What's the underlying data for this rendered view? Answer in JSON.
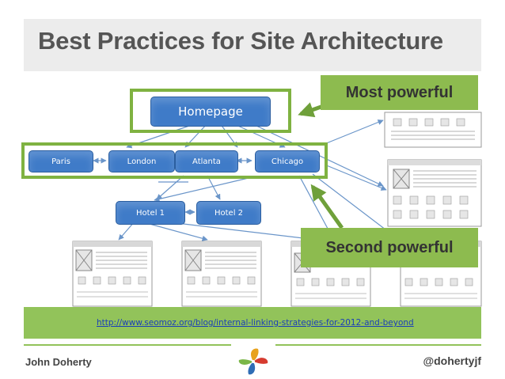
{
  "slide": {
    "title": "Best Practices for Site Architecture",
    "url": "http://www.seomoz.org/blog/internal-linking-strategies-for-2012-and-beyond",
    "author": "John Doherty",
    "handle": "@dohertyjf"
  },
  "diagram": {
    "nodes": {
      "homepage": "Homepage",
      "paris": "Paris",
      "london": "London",
      "atlanta": "Atlanta",
      "chicago": "Chicago",
      "hotel1": "Hotel 1",
      "hotel2": "Hotel 2"
    },
    "callouts": {
      "most": "Most powerful",
      "second": "Second powerful"
    }
  },
  "colors": {
    "accent_green": "#92c35a",
    "node_blue": "#3f7bc8",
    "title_gray": "#555555"
  }
}
